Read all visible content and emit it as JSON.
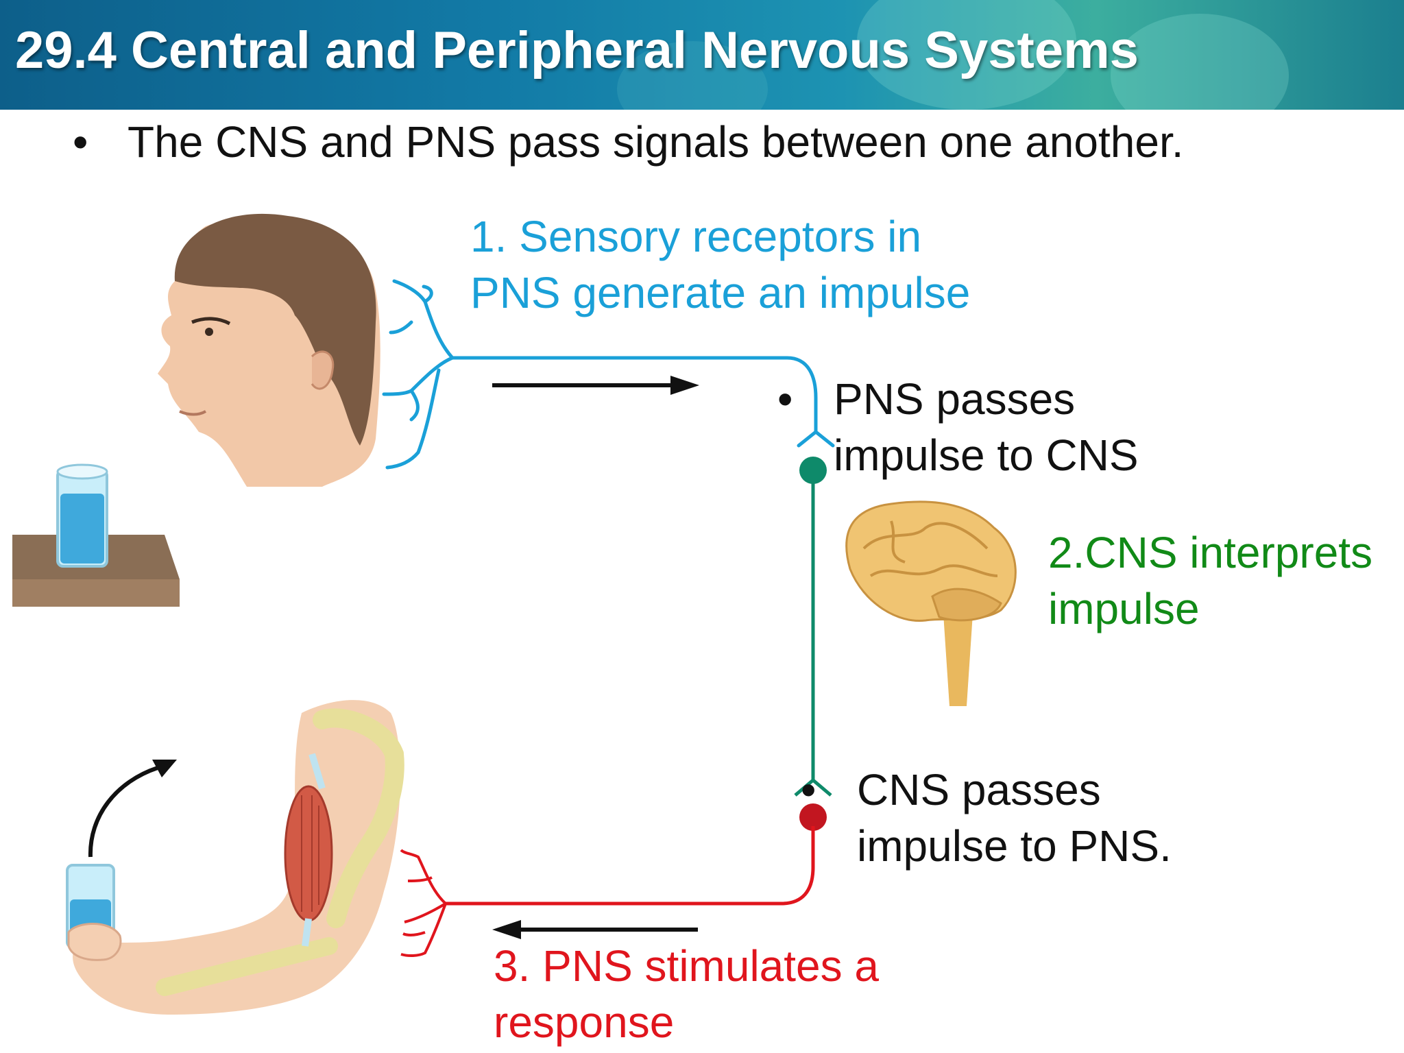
{
  "title": "29.4 Central and Peripheral Nervous Systems",
  "intro_bullet": "The CNS and PNS pass signals between one another.",
  "step1": {
    "line1": "1. Sensory receptors in",
    "line2": "PNS  generate an impulse"
  },
  "pns_to_cns": {
    "line1": "PNS passes",
    "line2": "impulse to CNS"
  },
  "step2": {
    "line1": "2.CNS interprets",
    "line2": "impulse"
  },
  "cns_to_pns": {
    "line1": "CNS passes",
    "line2": "impulse to PNS."
  },
  "step3": {
    "line1": "3. PNS stimulates a",
    "line2": "response"
  },
  "bullet_glyph": "•",
  "colors": {
    "sensory": "#1aa0d8",
    "cns": "#118a17",
    "motor": "#e0151d",
    "title_bar": "#127aa6"
  }
}
